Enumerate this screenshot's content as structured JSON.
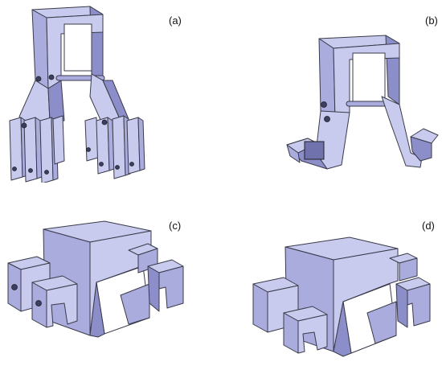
{
  "panels": [
    {
      "label": "(a)"
    },
    {
      "label": "(b)"
    },
    {
      "label": "(c)"
    },
    {
      "label": "(d)"
    }
  ],
  "colors": {
    "face_light": "#c9cbee",
    "face_mid": "#a9acdd",
    "face_dark": "#8b8ec8",
    "edge": "#3a3a4a"
  }
}
